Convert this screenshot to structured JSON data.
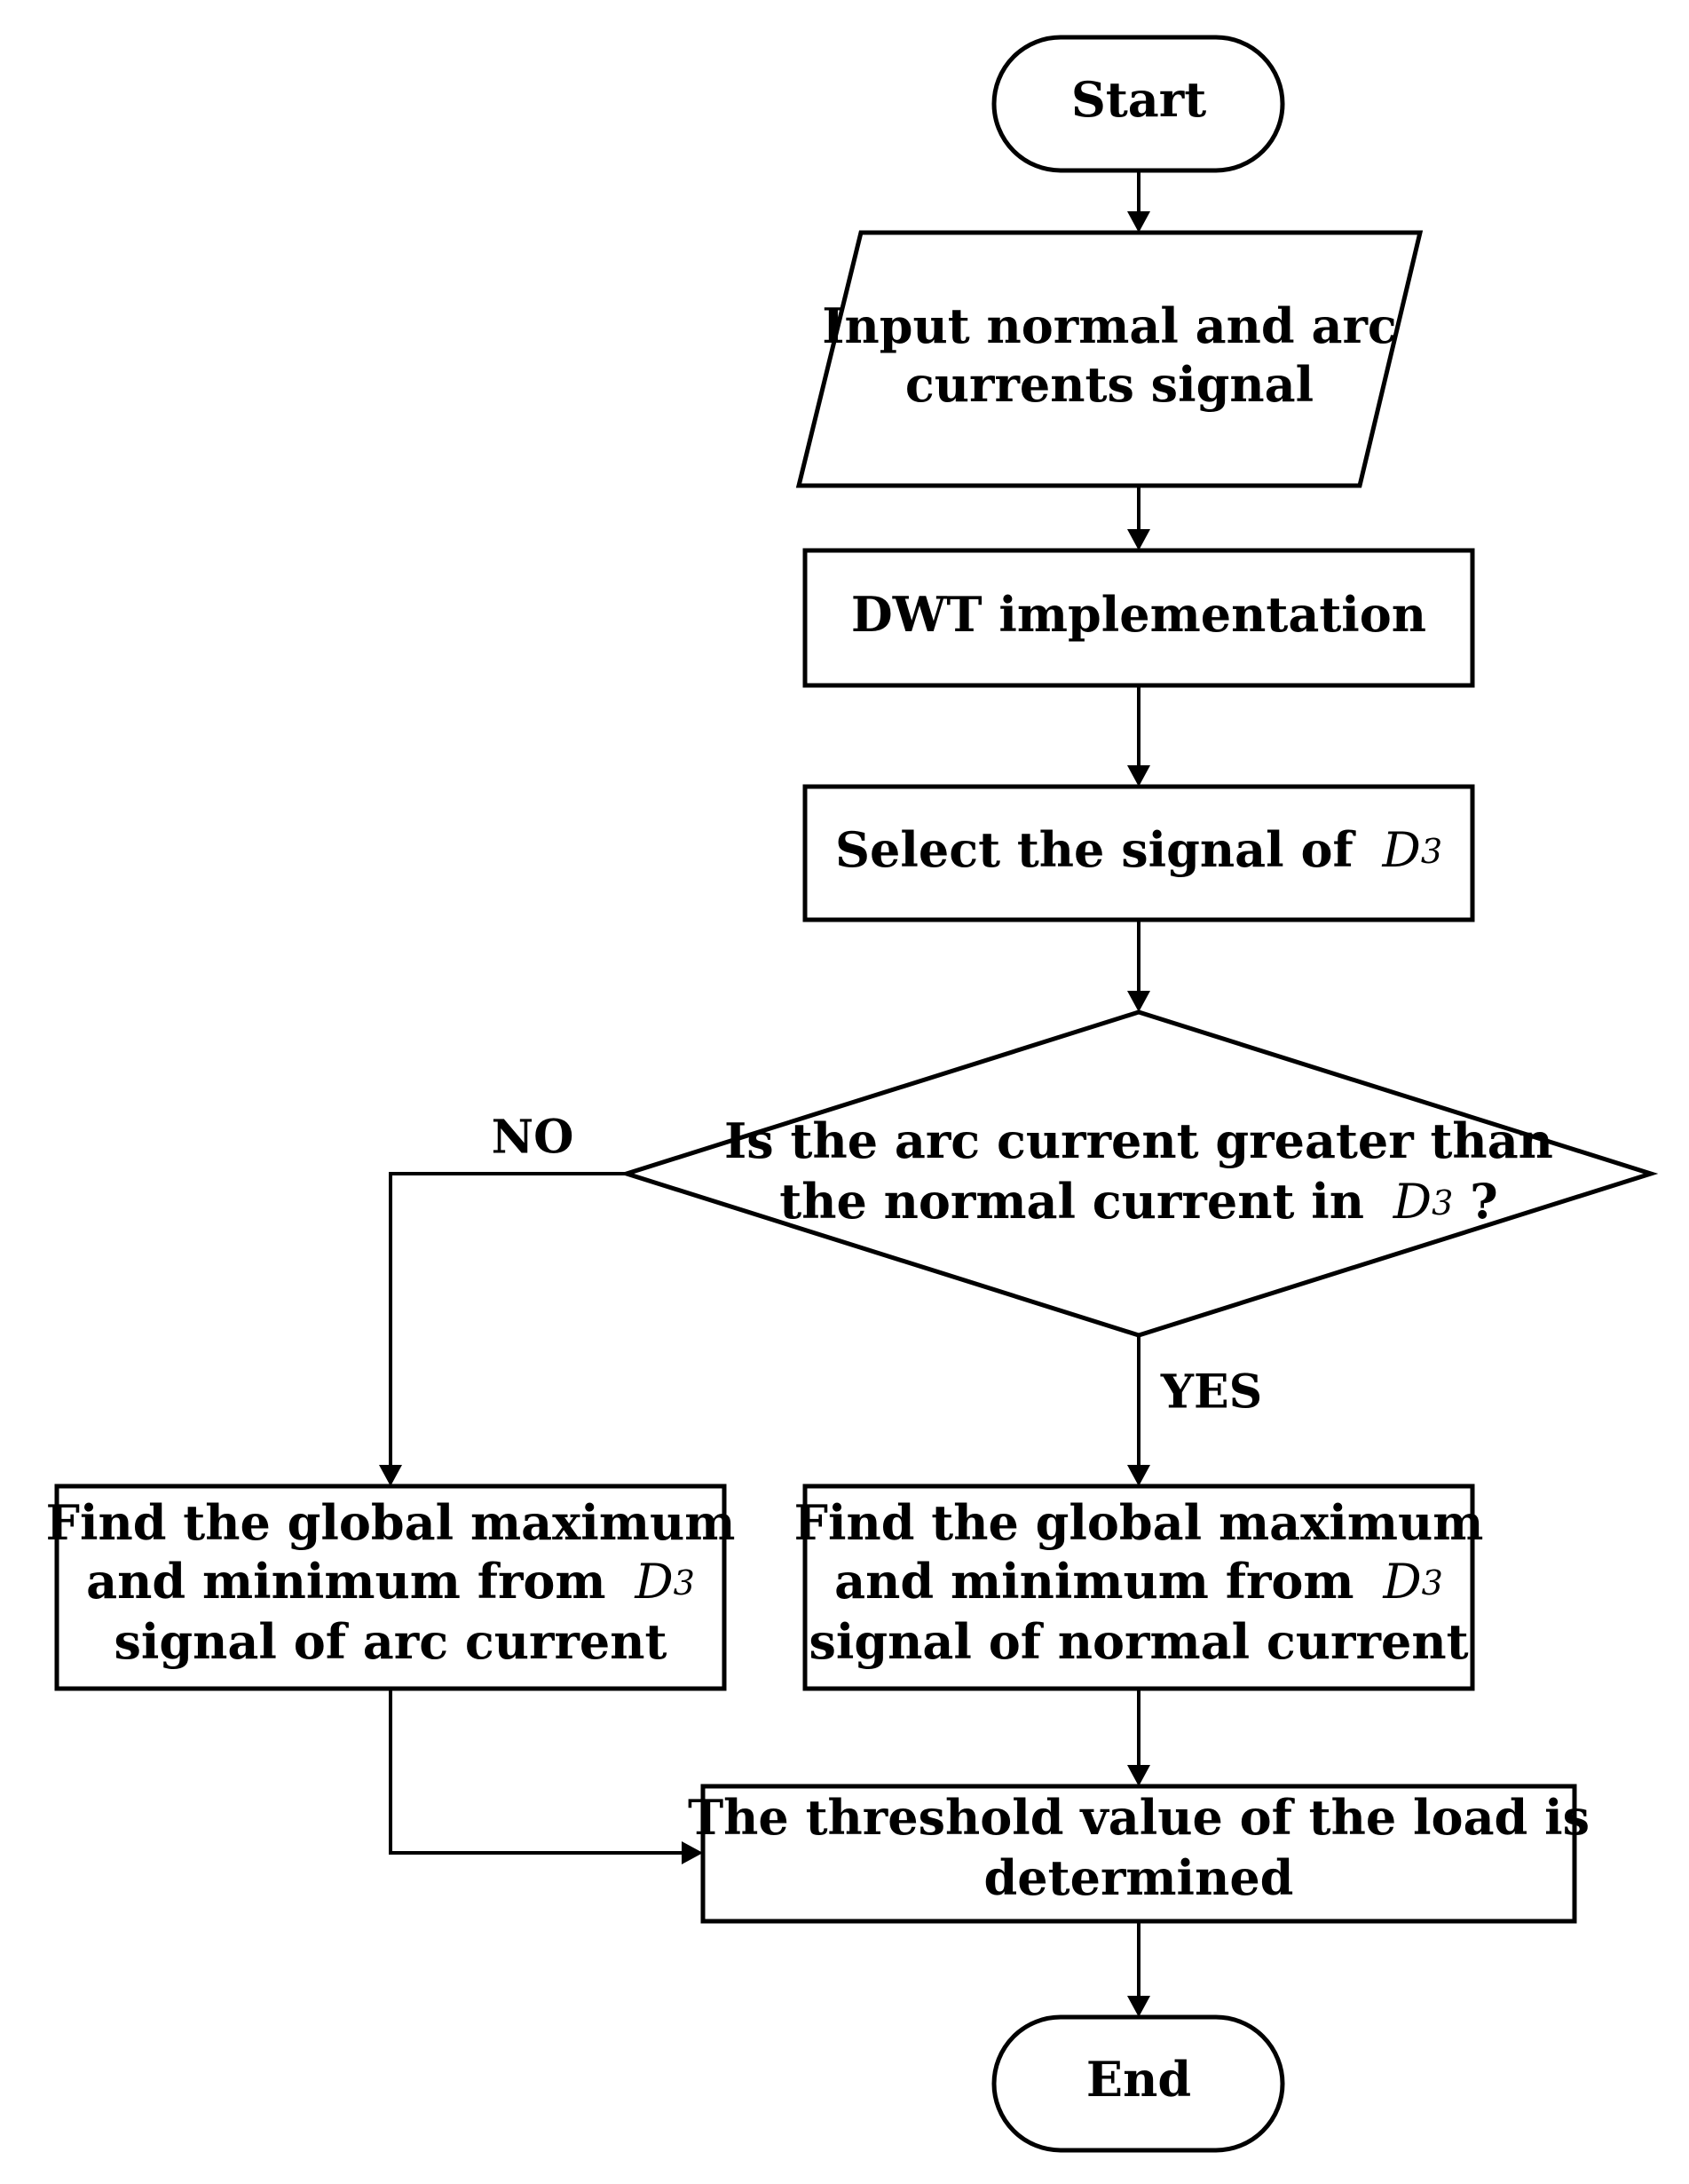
{
  "nodes": {
    "start": {
      "text": "Start"
    },
    "input": {
      "line1": "Input normal and arc",
      "line2": "currents signal"
    },
    "dwt": {
      "text": "DWT implementation"
    },
    "select": {
      "text": "Select the signal of",
      "var": "D",
      "sub": "3"
    },
    "decision": {
      "line1": "Is the arc current greater than",
      "line2_prefix": "the normal current in",
      "var": "D",
      "sub": "3",
      "line2_suffix": " ?"
    },
    "find_arc": {
      "line1": "Find the global maximum",
      "line2_prefix": "and minimum from",
      "var": "D",
      "sub": "3",
      "line3": "signal of arc current"
    },
    "find_normal": {
      "line1": "Find the global maximum",
      "line2_prefix": "and minimum from",
      "var": "D",
      "sub": "3",
      "line3": "signal of normal current"
    },
    "threshold": {
      "line1": "The threshold value of the load is",
      "line2": "determined"
    },
    "end": {
      "text": "End"
    }
  },
  "edge_labels": {
    "no": "NO",
    "yes": "YES"
  }
}
